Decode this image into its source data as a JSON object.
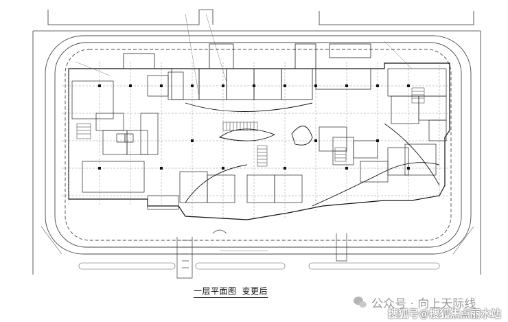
{
  "caption": {
    "title": "一层平面图",
    "subtitle": "变更后"
  },
  "watermark": {
    "account": "公众号 · 向上天际线",
    "source": "搜狐号@搜狐焦点丽水站"
  },
  "colors": {
    "line": "#222222",
    "light_line": "#555555",
    "background": "#ffffff",
    "watermark": "#9a9a9a"
  }
}
